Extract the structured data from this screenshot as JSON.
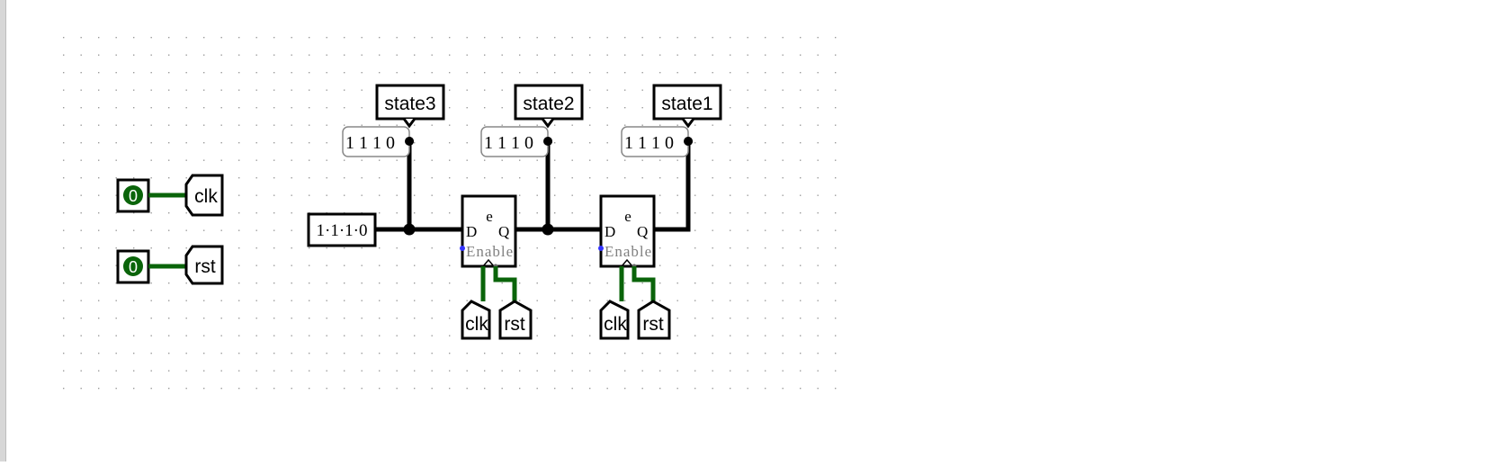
{
  "colors": {
    "wire_low": "#0a640a",
    "wire_bus": "#000000",
    "pin_fill": "#0a640a",
    "label_gray": "#808080",
    "enable_dot": "#3333ff"
  },
  "inputs": {
    "clk": {
      "value": "0",
      "tunnel_label": "clk"
    },
    "rst": {
      "value": "0",
      "tunnel_label": "rst"
    }
  },
  "constant": {
    "value": "1·1·1·0"
  },
  "outputs": [
    {
      "label": "state3",
      "probe": "1 1 1 0"
    },
    {
      "label": "state2",
      "probe": "1 1 1 0"
    },
    {
      "label": "state1",
      "probe": "1 1 1 0"
    }
  ],
  "registers": [
    {
      "top_label": "e",
      "d_label": "D",
      "q_label": "Q",
      "enable_label": "Enable",
      "clk_tunnel": "clk",
      "rst_tunnel": "rst"
    },
    {
      "top_label": "e",
      "d_label": "D",
      "q_label": "Q",
      "enable_label": "Enable",
      "clk_tunnel": "clk",
      "rst_tunnel": "rst"
    }
  ]
}
